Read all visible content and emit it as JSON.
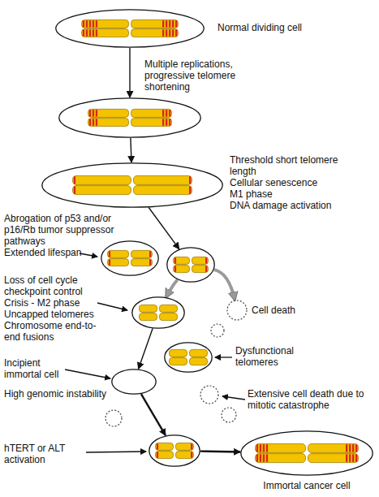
{
  "diagram": {
    "nodes": [
      {
        "text": [
          "Normal dividing cell"
        ]
      },
      {
        "text": []
      },
      {
        "text": [
          "Threshold short telomere length",
          "Cellular senescence",
          "M1 phase",
          "DNA damage activation"
        ]
      },
      {
        "text": []
      },
      {
        "text": []
      },
      {
        "text": []
      },
      {
        "text": [
          "Cell death"
        ]
      },
      {
        "text": [
          "Dysfunctional telomeres"
        ]
      },
      {
        "text": []
      },
      {
        "text": []
      },
      {
        "text": [
          "Immortal cancer cell"
        ]
      }
    ],
    "edges": [
      {
        "from": 0,
        "to": 1,
        "arrow": "to",
        "label": "Multiple replications, progressive telomere shortening"
      },
      {
        "from": 1,
        "to": 2,
        "arrow": "to"
      },
      {
        "from": 2,
        "to": 4,
        "arrow": "to"
      },
      {
        "from": 4,
        "to": 5,
        "arrow": "to"
      },
      {
        "from": 4,
        "to": 6,
        "arrow": "to"
      },
      {
        "from": 5,
        "to": 8,
        "arrow": "to"
      },
      {
        "from": 8,
        "to": 9,
        "arrow": "to"
      },
      {
        "from": 9,
        "to": 10,
        "arrow": "to"
      }
    ],
    "labels": [
      "Abrogation of p53 and/or p16/Rb tumor suppressor pathways",
      "Extended lifespan",
      "Loss of cell cycle checkpoint control",
      "Crisis - M2 phase",
      "Uncapped telomeres",
      "Chromosome end-to-end fusions",
      "Extensive cell death due to mitotic catastrophe",
      "Incipient immortal cell",
      "High genomic instability",
      "hTERT or ALT activation"
    ]
  }
}
